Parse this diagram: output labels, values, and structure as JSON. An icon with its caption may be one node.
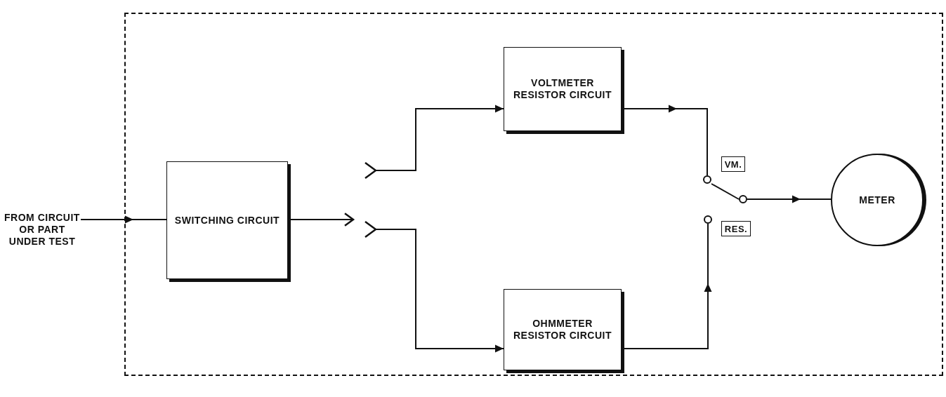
{
  "diagram": {
    "nodes": [
      {
        "text": [],
        "shape": "box"
      },
      {
        "text": [
          "FROM CIRCUIT OR PART UNDER TEST"
        ]
      },
      {
        "text": [
          "SWITCHING CIRCUIT"
        ],
        "in": 0
      },
      {
        "text": [
          "VOLTMETER RESISTOR CIRCUIT"
        ],
        "in": 0
      },
      {
        "text": [
          "OHMMETER RESISTOR CIRCUIT"
        ],
        "in": 0
      },
      {
        "text": [
          "VM."
        ],
        "in": 0
      },
      {
        "text": [
          "RES."
        ],
        "in": 0
      },
      {
        "text": [],
        "shape": "circle",
        "in": 0
      },
      {
        "text": [],
        "shape": "circle",
        "in": 0
      },
      {
        "text": [],
        "shape": "circle",
        "in": 0
      },
      {
        "text": [
          "METER"
        ],
        "in": 0
      }
    ],
    "edges": [
      {
        "from": 1,
        "to": 2,
        "arrow": "to"
      },
      {
        "from": 2,
        "to": null,
        "arrow": "to"
      },
      {
        "from": null,
        "to": 3,
        "arrow": "to"
      },
      {
        "from": null,
        "to": 4,
        "arrow": "to"
      },
      {
        "from": 3,
        "to": 7,
        "arrow": "to"
      },
      {
        "from": 4,
        "to": 9,
        "arrow": "to"
      },
      {
        "from": 8,
        "to": 10,
        "arrow": "to"
      },
      {
        "from": 8,
        "to": 7,
        "arrow": "none"
      }
    ]
  }
}
